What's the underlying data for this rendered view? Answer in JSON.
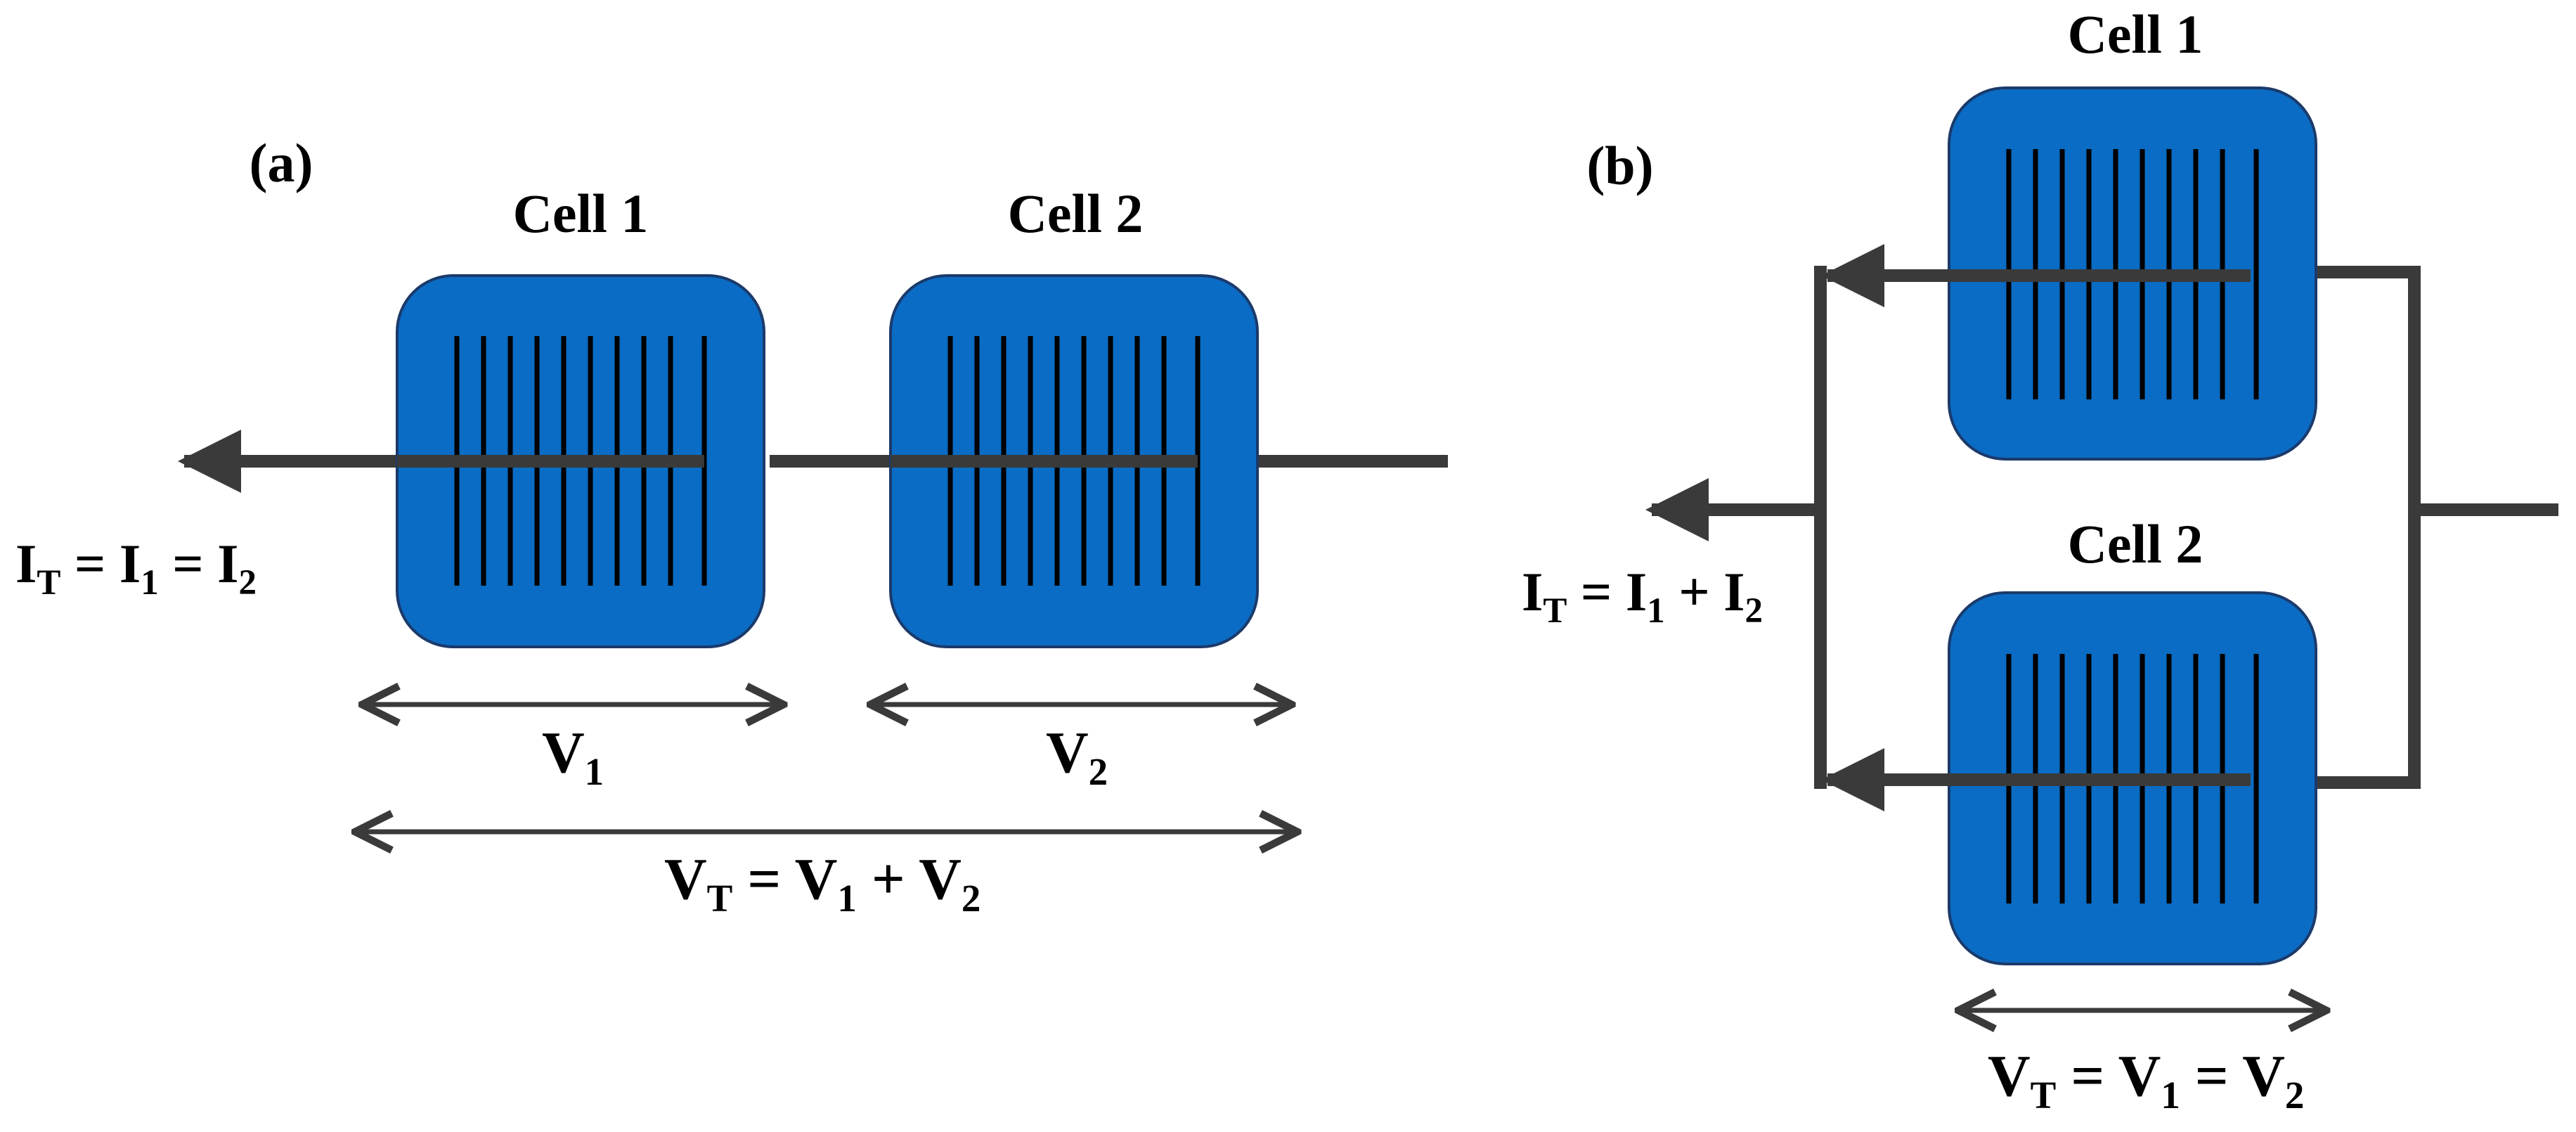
{
  "panels": {
    "a": {
      "label": "(a)",
      "cells": [
        "Cell 1",
        "Cell 2"
      ],
      "current_eq": [
        {
          "t": "I"
        },
        {
          "t": "T",
          "sub": true
        },
        {
          "t": " = I"
        },
        {
          "t": "1",
          "sub": true
        },
        {
          "t": " = I"
        },
        {
          "t": "2",
          "sub": true
        }
      ],
      "voltage_labels": [
        [
          {
            "t": "V"
          },
          {
            "t": "1",
            "sub": true
          }
        ],
        [
          {
            "t": "V"
          },
          {
            "t": "2",
            "sub": true
          }
        ]
      ],
      "total_voltage_eq": [
        {
          "t": "V"
        },
        {
          "t": "T",
          "sub": true
        },
        {
          "t": " = V"
        },
        {
          "t": "1",
          "sub": true
        },
        {
          "t": " + V"
        },
        {
          "t": "2",
          "sub": true
        }
      ]
    },
    "b": {
      "label": "(b)",
      "cells": [
        "Cell 1",
        "Cell 2"
      ],
      "current_eq": [
        {
          "t": "I"
        },
        {
          "t": "T",
          "sub": true
        },
        {
          "t": " = I"
        },
        {
          "t": "1",
          "sub": true
        },
        {
          "t": " + I"
        },
        {
          "t": "2",
          "sub": true
        }
      ],
      "total_voltage_eq": [
        {
          "t": "V"
        },
        {
          "t": "T",
          "sub": true
        },
        {
          "t": " = V"
        },
        {
          "t": "1",
          "sub": true
        },
        {
          "t": " = V"
        },
        {
          "t": "2",
          "sub": true
        }
      ]
    }
  },
  "colors": {
    "cell_fill": "#0A6CC4",
    "cell_stroke": "#1B3A6B",
    "finger": "#000000",
    "wire": "#3A3A3A",
    "arrow": "#3A3A3A"
  }
}
